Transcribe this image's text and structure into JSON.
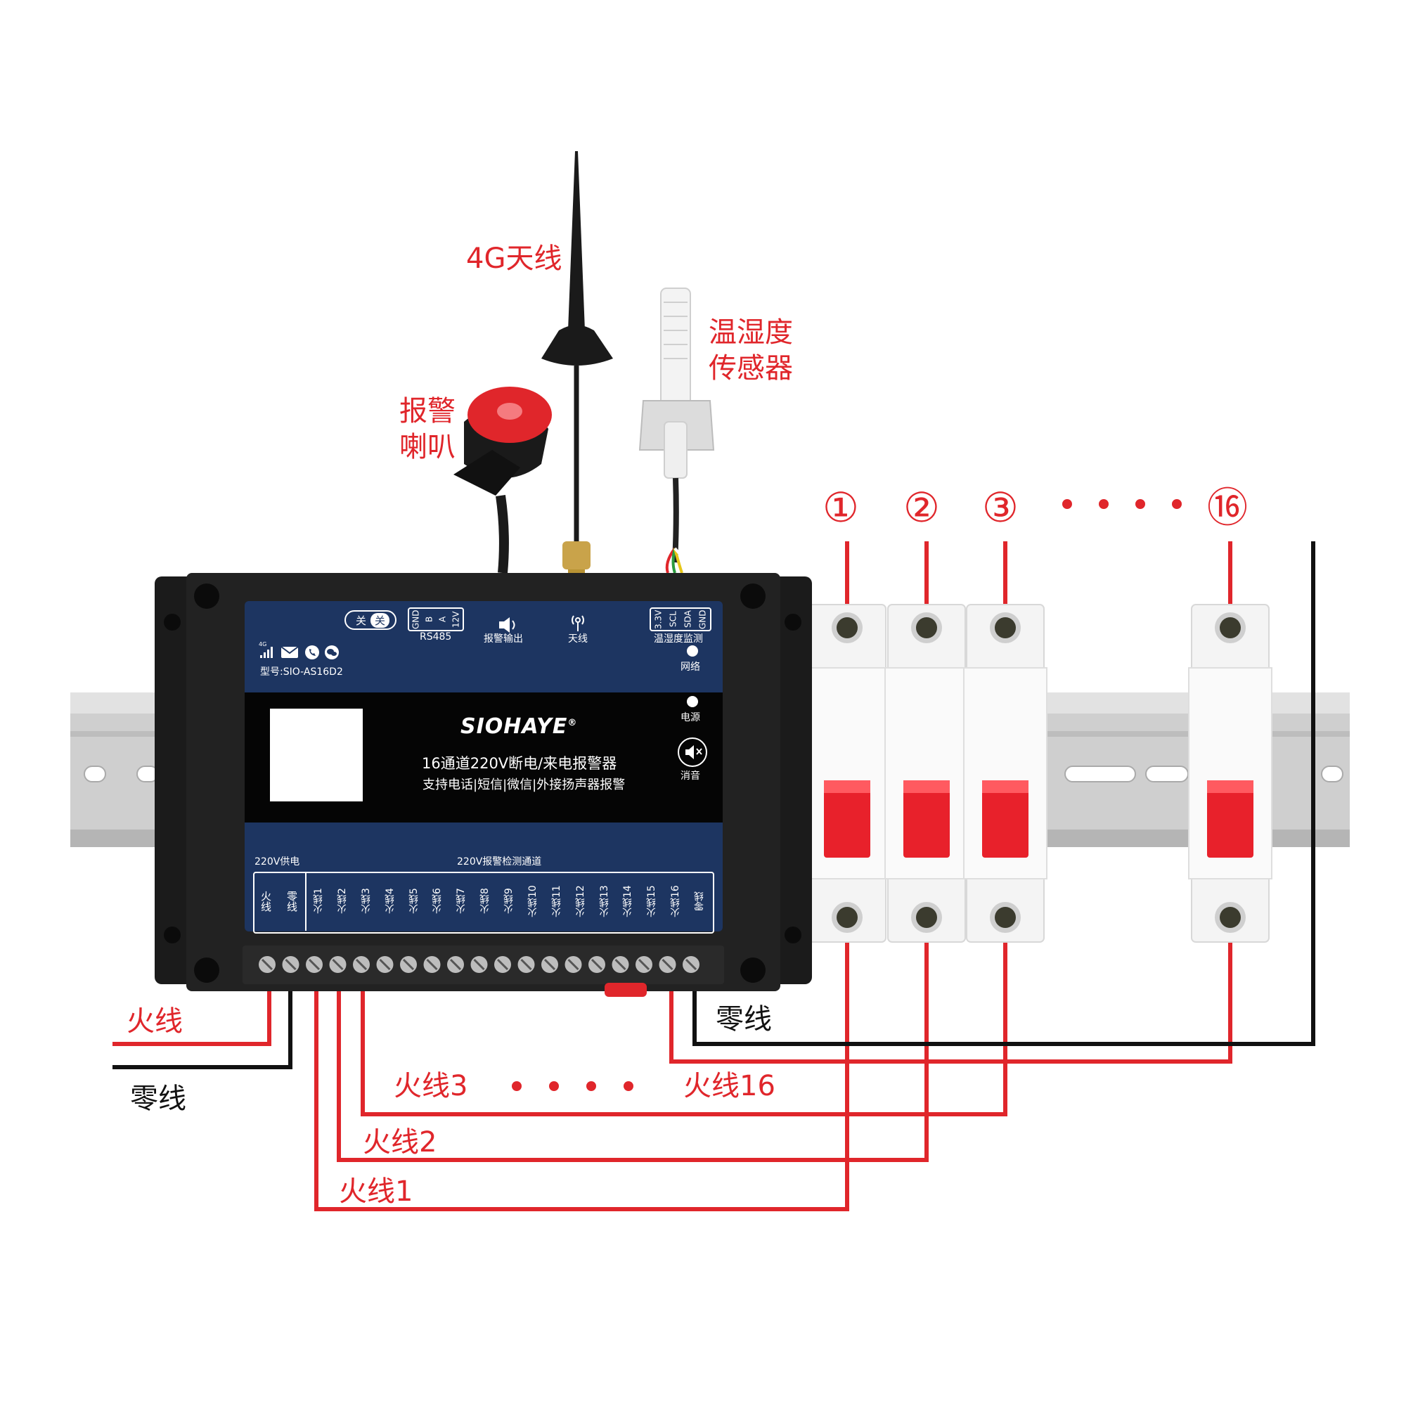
{
  "callouts": {
    "antenna": "4G天线",
    "sensor_line1": "温湿度",
    "sensor_line2": "传感器",
    "siren_line1": "报警",
    "siren_line2": "喇叭",
    "breaker_1": "①",
    "breaker_2": "②",
    "breaker_3": "③",
    "breaker_16": "⑯",
    "live_in": "火线",
    "neutral_in": "零线",
    "neutral_out": "零线",
    "live_1": "火线1",
    "live_2": "火线2",
    "live_3": "火线3",
    "live_16": "火线16"
  },
  "device": {
    "brand": "SIOHAYE",
    "registered_mark": "®",
    "title": "16通道220V断电/来电报警器",
    "subtitle": "支持电话|短信|微信|外接扬声器报警",
    "model": "型号:SIO-AS16D2",
    "switch_labels": [
      "关",
      "关"
    ],
    "rs485_pins": [
      "GND",
      "B",
      "A",
      "12V"
    ],
    "rs485_label": "RS485",
    "alarm_output_label": "报警输出",
    "antenna_label": "天线",
    "sensor_pins": [
      "3.3V",
      "SCL",
      "SDA",
      "GND"
    ],
    "sensor_label": "温湿度监测",
    "network_label": "网络",
    "power_label": "电源",
    "mute_label": "消音",
    "status_4g": "4G",
    "power_section_label": "220V供电",
    "channel_section_label": "220V报警检测通道",
    "power_terminals": [
      "火线",
      "零线"
    ],
    "channels": [
      "火线1",
      "火线2",
      "火线3",
      "火线4",
      "火线5",
      "火线6",
      "火线7",
      "火线8",
      "火线9",
      "火线10",
      "火线11",
      "火线12",
      "火线13",
      "火线14",
      "火线15",
      "火线16",
      "零线"
    ]
  },
  "colors": {
    "wire_live": "#e0262b",
    "wire_neutral": "#111111",
    "panel_blue": "#1d3561",
    "panel_black": "#050505",
    "breaker_handle": "#e8212b",
    "enclosure": "#1b1b1b",
    "din_rail": "#c9c9c9"
  }
}
